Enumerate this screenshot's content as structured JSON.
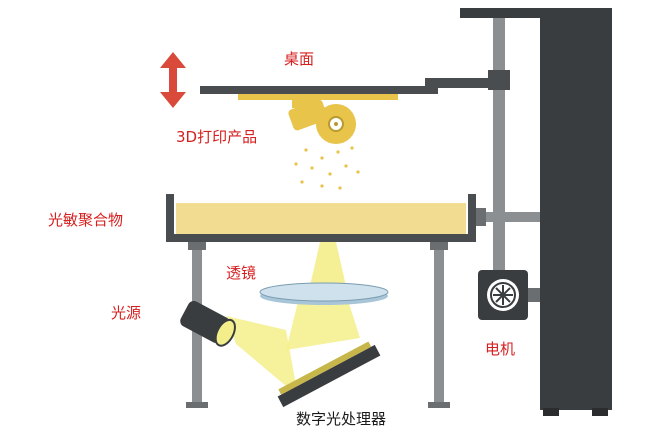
{
  "labels": {
    "platform": "桌面",
    "product": "3D打印产品",
    "resin": "光敏聚合物",
    "lens": "透镜",
    "light_source": "光源",
    "dlp": "数字光处理器",
    "motor": "电机"
  },
  "colors": {
    "label_red": "#d61f1f",
    "label_dark": "#1a1a1a",
    "frame_gray": "#8c8f92",
    "column_dark": "#3a3d40",
    "plate_dark": "#4a4d50",
    "resin_yellow": "#f2dc91",
    "product_yellow": "#e8c44a",
    "light_yellow": "#f4ee8a",
    "arrow_red": "#d94a3a",
    "lens_blue": "#a9c6d8"
  }
}
